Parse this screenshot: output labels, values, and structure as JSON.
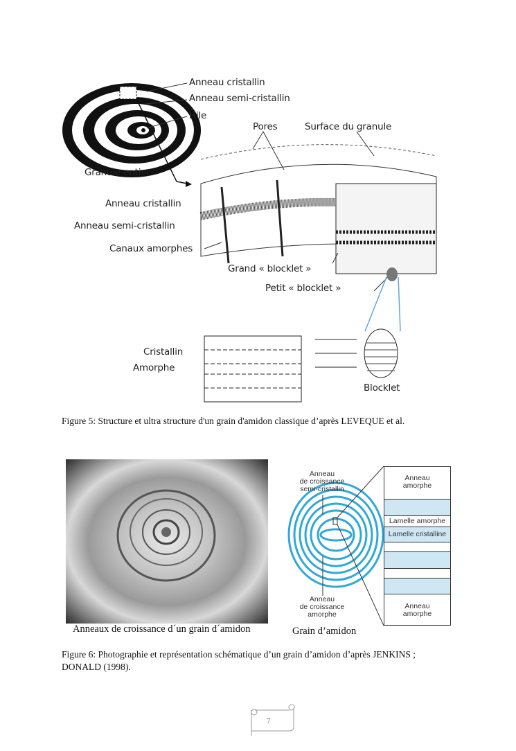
{
  "figure5": {
    "labels": {
      "anneau_cristallin_top": "Anneau cristallin",
      "anneau_semi_top": "Anneau semi-cristallin",
      "hile": "Hile",
      "pores": "Pores",
      "surface": "Surface du granule",
      "granule_entier": "Granule entier",
      "anneau_cristallin": "Anneau cristallin",
      "anneau_semi": "Anneau semi-cristallin",
      "canaux": "Canaux amorphes",
      "grand_blocklet": "Grand « blocklet »",
      "petit_blocklet": "Petit « blocklet »",
      "cristallin": "Cristallin",
      "amorphe": "Amorphe",
      "blocklet": "Blocklet"
    },
    "caption": "Figure 5: Structure et ultra structure d'un grain d'amidon classique d’après LEVEQUE et al."
  },
  "figure6": {
    "photo_caption": "Anneaux de croissance d´un grain d´amidon",
    "schema_caption": "Grain d’amidon",
    "label_top": [
      "Anneau",
      "de croissance",
      "semi-cristallin"
    ],
    "label_bottom": [
      "Anneau",
      "de croissance",
      "amorphe"
    ],
    "column": {
      "top": [
        "Anneau",
        "amorphe"
      ],
      "lamelle_amorphe": "Lamelle amorphe",
      "lamelle_cristalline": "Lamelle cristalline",
      "bottom": [
        "Anneau",
        "amorphe"
      ]
    },
    "colors": {
      "blue": "#2fa8d8",
      "light_blue": "#cfe6f3"
    },
    "caption_line1": "Figure 6: Photographie et représentation schématique d’un grain d’amidon d’après  JENKINS ;",
    "caption_line2": "DONALD (1998)."
  },
  "page_number": "7"
}
